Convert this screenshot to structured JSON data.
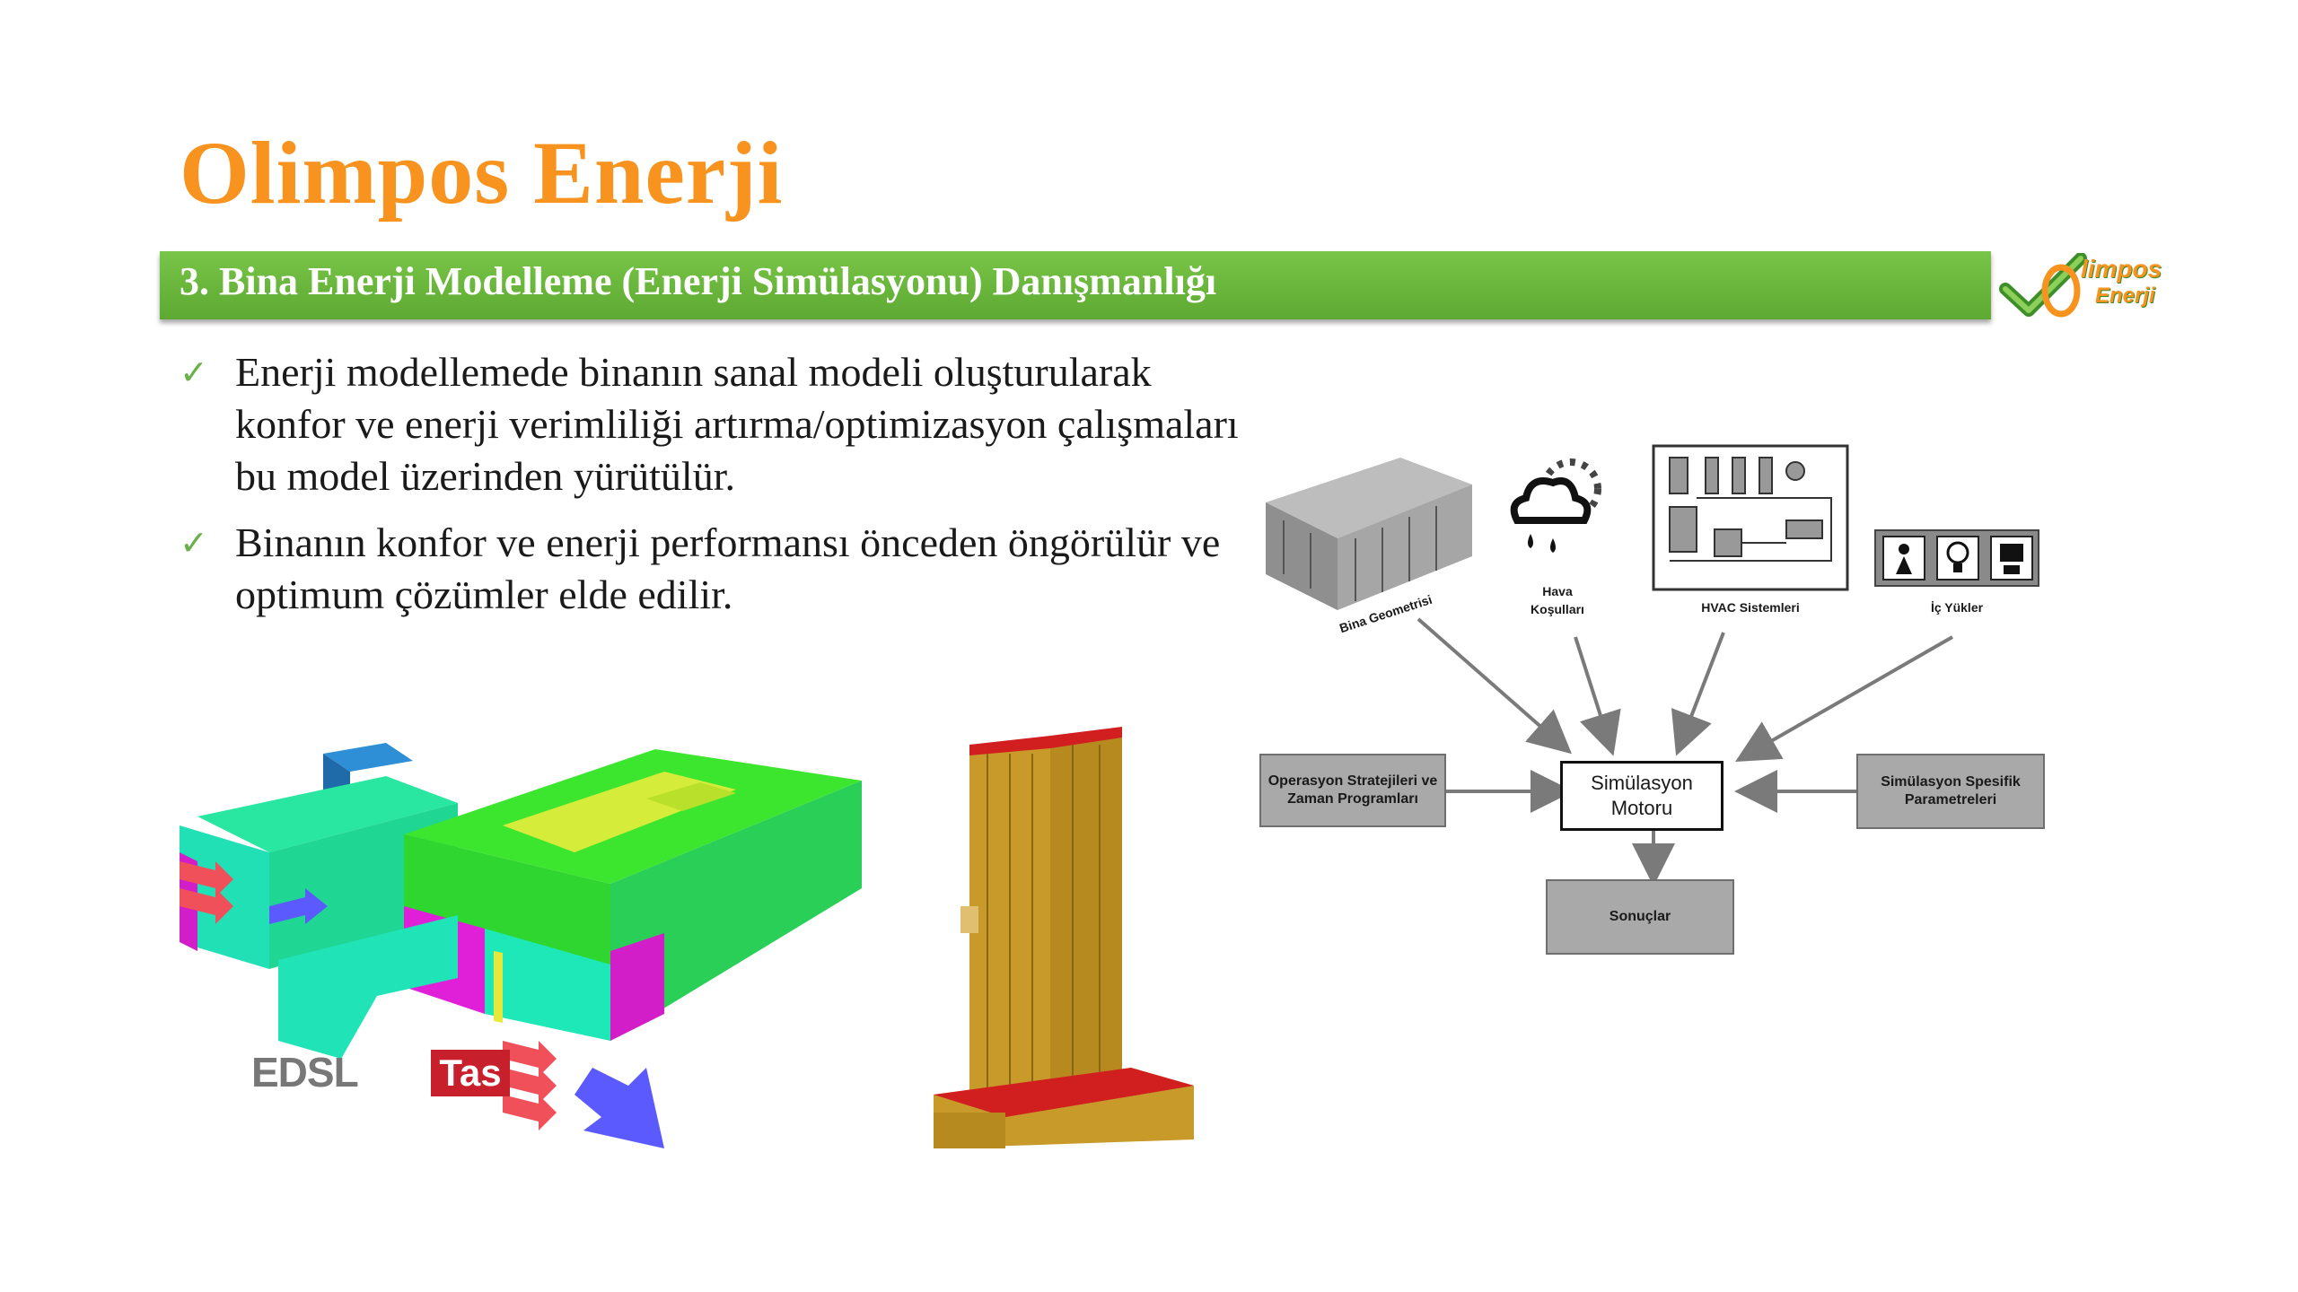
{
  "header": {
    "title": "Olimpos Enerji",
    "banner": "3. Bina Enerji Modelleme (Enerji Simülasyonu) Danışmanlığı"
  },
  "logo": {
    "line1": "limpos",
    "line2": "Enerji",
    "colors": {
      "green": "#5da932",
      "orange": "#f7931e"
    }
  },
  "bullets": [
    {
      "icon": "check-icon",
      "text": "Enerji modellemede binanın sanal modeli oluşturularak konfor ve enerji verimliliği artırma/optimizasyon çalışmaları bu model üzerinden yürütülür."
    },
    {
      "icon": "check-icon",
      "text": "Binanın konfor ve enerji performansı önceden öngörülür ve optimum çözümler elde edilir."
    }
  ],
  "images": {
    "edsl_logo": {
      "word": "EDSL",
      "product": "Tas"
    }
  },
  "diagram": {
    "inputs": {
      "geometry": "Bina Geometrisi",
      "weather_1": "Hava",
      "weather_2": "Koşulları",
      "hvac": "HVAC Sistemleri",
      "loads": "İç Yükler"
    },
    "left_box": "Operasyon Stratejileri ve Zaman Programları",
    "engine": "Simülasyon Motoru",
    "right_box": "Simülasyon Spesifik Parametreleri",
    "output": "Sonuçlar"
  }
}
